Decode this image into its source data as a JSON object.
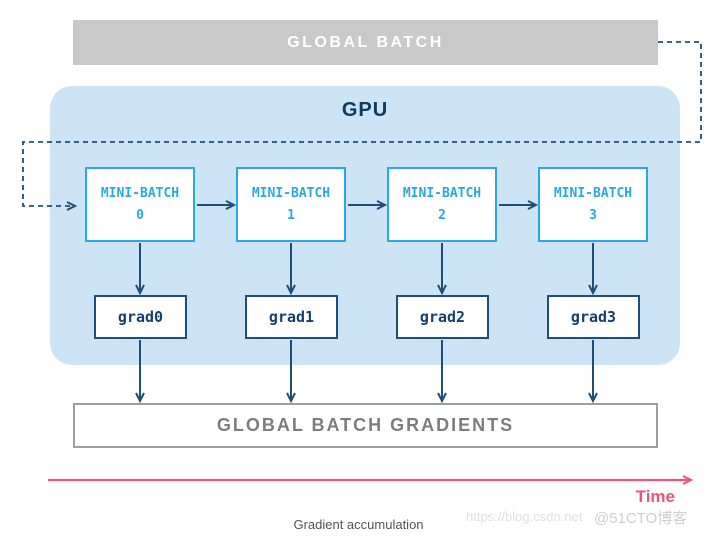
{
  "diagram": {
    "title_caption": "Gradient accumulation",
    "global_batch": {
      "label": "GLOBAL BATCH"
    },
    "gpu": {
      "label": "GPU"
    },
    "mini_batches": [
      {
        "title": "MINI-BATCH",
        "index": "0"
      },
      {
        "title": "MINI-BATCH",
        "index": "1"
      },
      {
        "title": "MINI-BATCH",
        "index": "2"
      },
      {
        "title": "MINI-BATCH",
        "index": "3"
      }
    ],
    "grads": [
      {
        "label": "grad0"
      },
      {
        "label": "grad1"
      },
      {
        "label": "grad2"
      },
      {
        "label": "grad3"
      }
    ],
    "global_batch_gradients": {
      "label": "GLOBAL BATCH GRADIENTS"
    },
    "timeline": {
      "label": "Time"
    },
    "watermark": {
      "url_part": "https://blog.csdn.net",
      "site_part": "@51CTO博客"
    },
    "colors": {
      "mini_batch_accent": "#29a9e1",
      "navy_arrow": "#1f4e79",
      "gpu_fill": "#cde4f6",
      "gray_bar": "#c9c9c9",
      "gradients_border": "#9e9e9e",
      "timeline_pink": "#f1517b"
    }
  }
}
